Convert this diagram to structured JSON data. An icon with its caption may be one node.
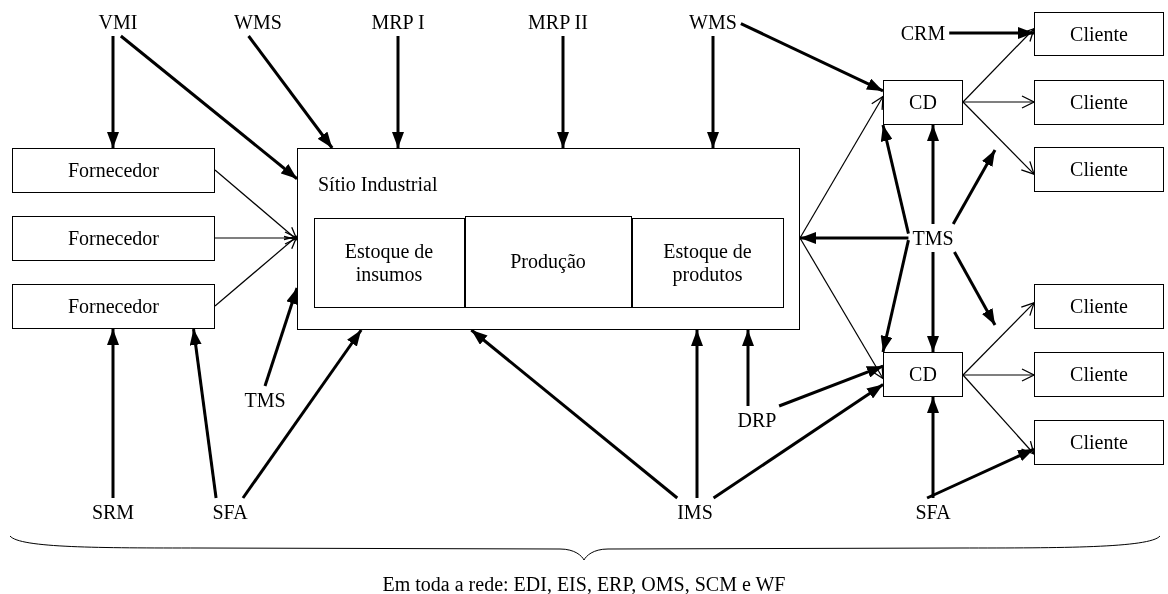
{
  "diagram": {
    "caption": "Em toda a rede: EDI, EIS, ERP, OMS, SCM e WF",
    "nodes": [
      {
        "text": [
          "VMI"
        ]
      },
      {
        "text": [
          "WMS"
        ]
      },
      {
        "text": [
          "MRP I"
        ]
      },
      {
        "text": [
          "MRP II"
        ]
      },
      {
        "text": [
          "WMS"
        ]
      },
      {
        "text": [
          "CRM"
        ]
      },
      {
        "text": [
          "Fornecedor"
        ]
      },
      {
        "text": [
          "Fornecedor"
        ]
      },
      {
        "text": [
          "Fornecedor"
        ]
      },
      {
        "text": [
          "Sítio Industrial"
        ]
      },
      {
        "text": [
          "Estoque de insumos"
        ],
        "in": 9
      },
      {
        "text": [
          "Produção"
        ],
        "in": 9
      },
      {
        "text": [
          "Estoque de produtos"
        ],
        "in": 9
      },
      {
        "text": [
          "Cliente"
        ]
      },
      {
        "text": [
          "CD"
        ]
      },
      {
        "text": [
          "Cliente"
        ]
      },
      {
        "text": [
          "Cliente"
        ]
      },
      {
        "text": [
          "TMS"
        ]
      },
      {
        "text": [
          "Cliente"
        ]
      },
      {
        "text": [
          "CD"
        ]
      },
      {
        "text": [
          "Cliente"
        ]
      },
      {
        "text": [
          "Cliente"
        ]
      },
      {
        "text": [
          "TMS"
        ]
      },
      {
        "text": [
          "DRP"
        ]
      },
      {
        "text": [
          "SRM"
        ]
      },
      {
        "text": [
          "SFA"
        ]
      },
      {
        "text": [
          "IMS"
        ]
      },
      {
        "text": [
          "SFA"
        ]
      }
    ],
    "edges": [
      {
        "from": 0,
        "to": 6,
        "arrow": "to"
      },
      {
        "from": 0,
        "to": 9,
        "arrow": "to"
      },
      {
        "from": 1,
        "to": 9,
        "arrow": "to"
      },
      {
        "from": 2,
        "to": 9,
        "arrow": "to"
      },
      {
        "from": 3,
        "to": 9,
        "arrow": "to"
      },
      {
        "from": 4,
        "to": 9,
        "arrow": "to"
      },
      {
        "from": 4,
        "to": 14,
        "arrow": "to"
      },
      {
        "from": 5,
        "to": 13,
        "arrow": "to"
      },
      {
        "from": 6,
        "to": 9,
        "arrow": "to"
      },
      {
        "from": 7,
        "to": 9,
        "arrow": "to"
      },
      {
        "from": 8,
        "to": 9,
        "arrow": "to"
      },
      {
        "from": 9,
        "to": 14,
        "arrow": "to"
      },
      {
        "from": 9,
        "to": 19,
        "arrow": "to"
      },
      {
        "from": 14,
        "to": 15,
        "arrow": "to"
      },
      {
        "from": 14,
        "to": 13,
        "arrow": "to"
      },
      {
        "from": 14,
        "to": 16,
        "arrow": "to"
      },
      {
        "from": 19,
        "to": 18,
        "arrow": "to"
      },
      {
        "from": 19,
        "to": 20,
        "arrow": "to"
      },
      {
        "from": 19,
        "to": 21,
        "arrow": "to"
      },
      {
        "from": 17,
        "to": 9,
        "arrow": "to"
      },
      {
        "from": 17,
        "to": 14,
        "arrow": "to"
      },
      {
        "from": 17,
        "to": 14,
        "arrow": "to"
      },
      {
        "from": 17,
        "to": null,
        "arrow": "to"
      },
      {
        "from": 17,
        "to": 19,
        "arrow": "to"
      },
      {
        "from": 17,
        "to": 19,
        "arrow": "to"
      },
      {
        "from": 17,
        "to": null,
        "arrow": "to"
      },
      {
        "from": 22,
        "to": 9,
        "arrow": "to"
      },
      {
        "from": 24,
        "to": 8,
        "arrow": "to"
      },
      {
        "from": 25,
        "to": 8,
        "arrow": "to"
      },
      {
        "from": 25,
        "to": 9,
        "arrow": "to"
      },
      {
        "from": 26,
        "to": 9,
        "arrow": "to"
      },
      {
        "from": 26,
        "to": 9,
        "arrow": "to"
      },
      {
        "from": 26,
        "to": 19,
        "arrow": "to"
      },
      {
        "from": 23,
        "to": 9,
        "arrow": "to"
      },
      {
        "from": 23,
        "to": 19,
        "arrow": "to"
      },
      {
        "from": 27,
        "to": 19,
        "arrow": "to"
      },
      {
        "from": 27,
        "to": 21,
        "arrow": "to"
      }
    ]
  }
}
